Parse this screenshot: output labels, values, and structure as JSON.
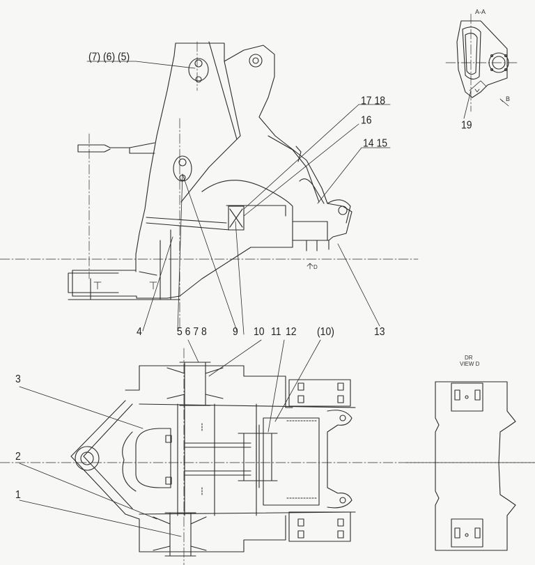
{
  "section_label": "A-A",
  "arrow_label": "B",
  "view_label_line1": "DR",
  "view_label_line2": "VIEW D",
  "small_arrow_label": "D",
  "callouts": {
    "c765": "(7) (6) (5)",
    "c1718": "17 18",
    "c16": "16",
    "c1415": "14 15",
    "c19": "19",
    "c4": "4",
    "c5678": "5  6  7  8",
    "c9": "9",
    "c10": "10",
    "c11": "11",
    "c12": "12",
    "c10p": "(10)",
    "c13": "13",
    "c3": "3",
    "c2": "2",
    "c1": "1"
  },
  "colors": {
    "ink": "#2a2a2a",
    "paper": "#f7f7f5"
  }
}
